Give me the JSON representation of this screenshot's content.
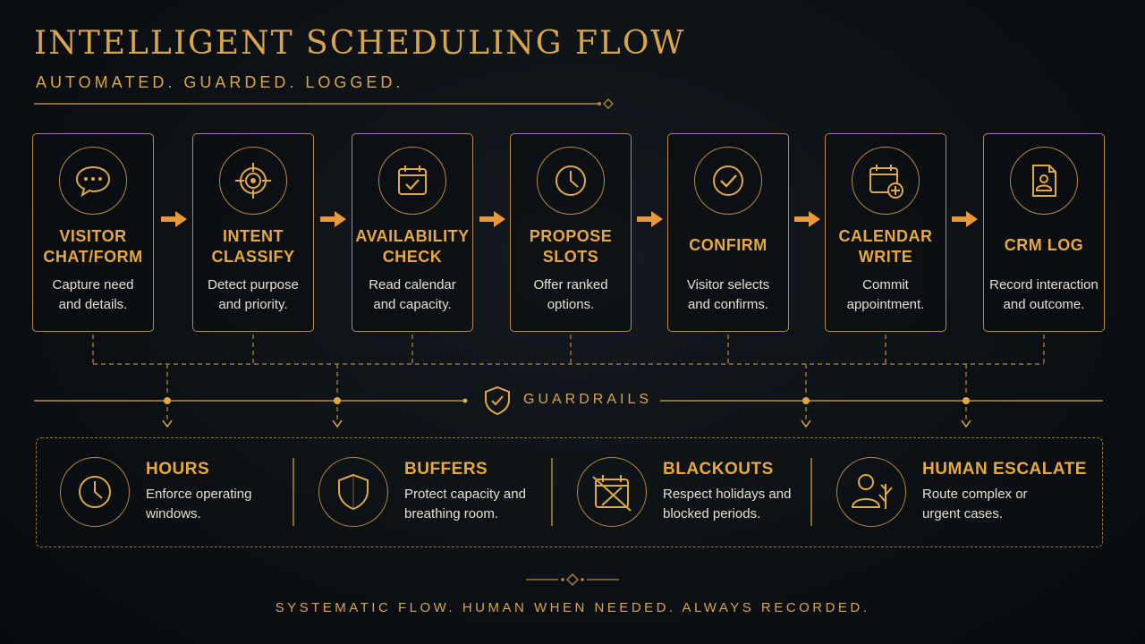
{
  "title": "INTELLIGENT SCHEDULING FLOW",
  "subtitle": "AUTOMATED. GUARDED. LOGGED.",
  "steps": [
    {
      "title": "VISITOR CHAT/FORM",
      "line1": "VISITOR",
      "line2": "CHAT/FORM",
      "desc1": "Capture need",
      "desc2": "and details.",
      "icon": "chat-bubble-icon"
    },
    {
      "title": "INTENT CLASSIFY",
      "line1": "INTENT",
      "line2": "CLASSIFY",
      "desc1": "Detect purpose",
      "desc2": "and priority.",
      "icon": "target-icon"
    },
    {
      "title": "AVAILABILITY CHECK",
      "line1": "AVAILABILITY",
      "line2": "CHECK",
      "desc1": "Read calendar",
      "desc2": "and capacity.",
      "icon": "calendar-check-icon"
    },
    {
      "title": "PROPOSE SLOTS",
      "line1": "PROPOSE",
      "line2": "SLOTS",
      "desc1": "Offer ranked",
      "desc2": "options.",
      "icon": "clock-icon"
    },
    {
      "title": "CONFIRM",
      "line1": "CONFIRM",
      "line2": "",
      "desc1": "Visitor selects",
      "desc2": "and confirms.",
      "icon": "check-circle-icon"
    },
    {
      "title": "CALENDAR WRITE",
      "line1": "CALENDAR",
      "line2": "WRITE",
      "desc1": "Commit",
      "desc2": "appointment.",
      "icon": "calendar-plus-icon"
    },
    {
      "title": "CRM LOG",
      "line1": "CRM LOG",
      "line2": "",
      "desc1": "Record interaction",
      "desc2": "and outcome.",
      "icon": "contact-document-icon"
    }
  ],
  "guardrails_label": "GUARDRAILS",
  "guardrails": [
    {
      "title": "HOURS",
      "desc1": "Enforce operating",
      "desc2": "windows.",
      "icon": "clock-icon"
    },
    {
      "title": "BUFFERS",
      "desc1": "Protect capacity and",
      "desc2": "breathing room.",
      "icon": "shield-icon"
    },
    {
      "title": "BLACKOUTS",
      "desc1": "Respect holidays and",
      "desc2": "blocked periods.",
      "icon": "calendar-blocked-icon"
    },
    {
      "title": "HUMAN ESCALATE",
      "desc1": "Route complex or",
      "desc2": "urgent cases.",
      "icon": "person-escalate-icon"
    }
  ],
  "footer": "SYSTEMATIC FLOW. HUMAN WHEN NEEDED. ALWAYS RECORDED.",
  "colors": {
    "accent": "#e0a948",
    "background": "#0b0f13",
    "text": "#e8e2d4"
  }
}
